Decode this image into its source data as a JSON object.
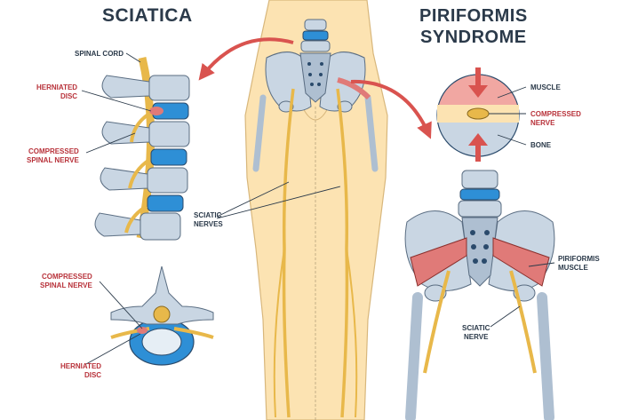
{
  "titles": {
    "sciatica": "SCIATICA",
    "piriformis": "PIRIFORMIS\nSYNDROME"
  },
  "labels": {
    "spinal_cord": "SPINAL CORD",
    "herniated_disc_top": "HERNIATED\nDISC",
    "compressed_spinal_nerve_top": "COMPRESSED\nSPINAL NERVE",
    "compressed_spinal_nerve_bottom": "COMPRESSED\nSPINAL NERVE",
    "herniated_disc_bottom": "HERNIATED\nDISC",
    "sciatic_nerves": "SCIATIC\nNERVES",
    "muscle": "MUSCLE",
    "compressed_nerve": "COMPRESSED\nNERVE",
    "bone": "BONE",
    "piriformis_muscle": "PIRIFORMIS\nMUSCLE",
    "sciatic_nerve": "SCIATIC\nNERVE"
  },
  "colors": {
    "title": "#2b3a4a",
    "label_red": "#b8323a",
    "label_dark": "#2b3a4a",
    "bone": "#c9d6e3",
    "disc": "#2e8fd6",
    "nerve": "#e8b84a",
    "skin": "#fce3b2",
    "muscle": "#e07a78",
    "arrow": "#d9534f"
  }
}
